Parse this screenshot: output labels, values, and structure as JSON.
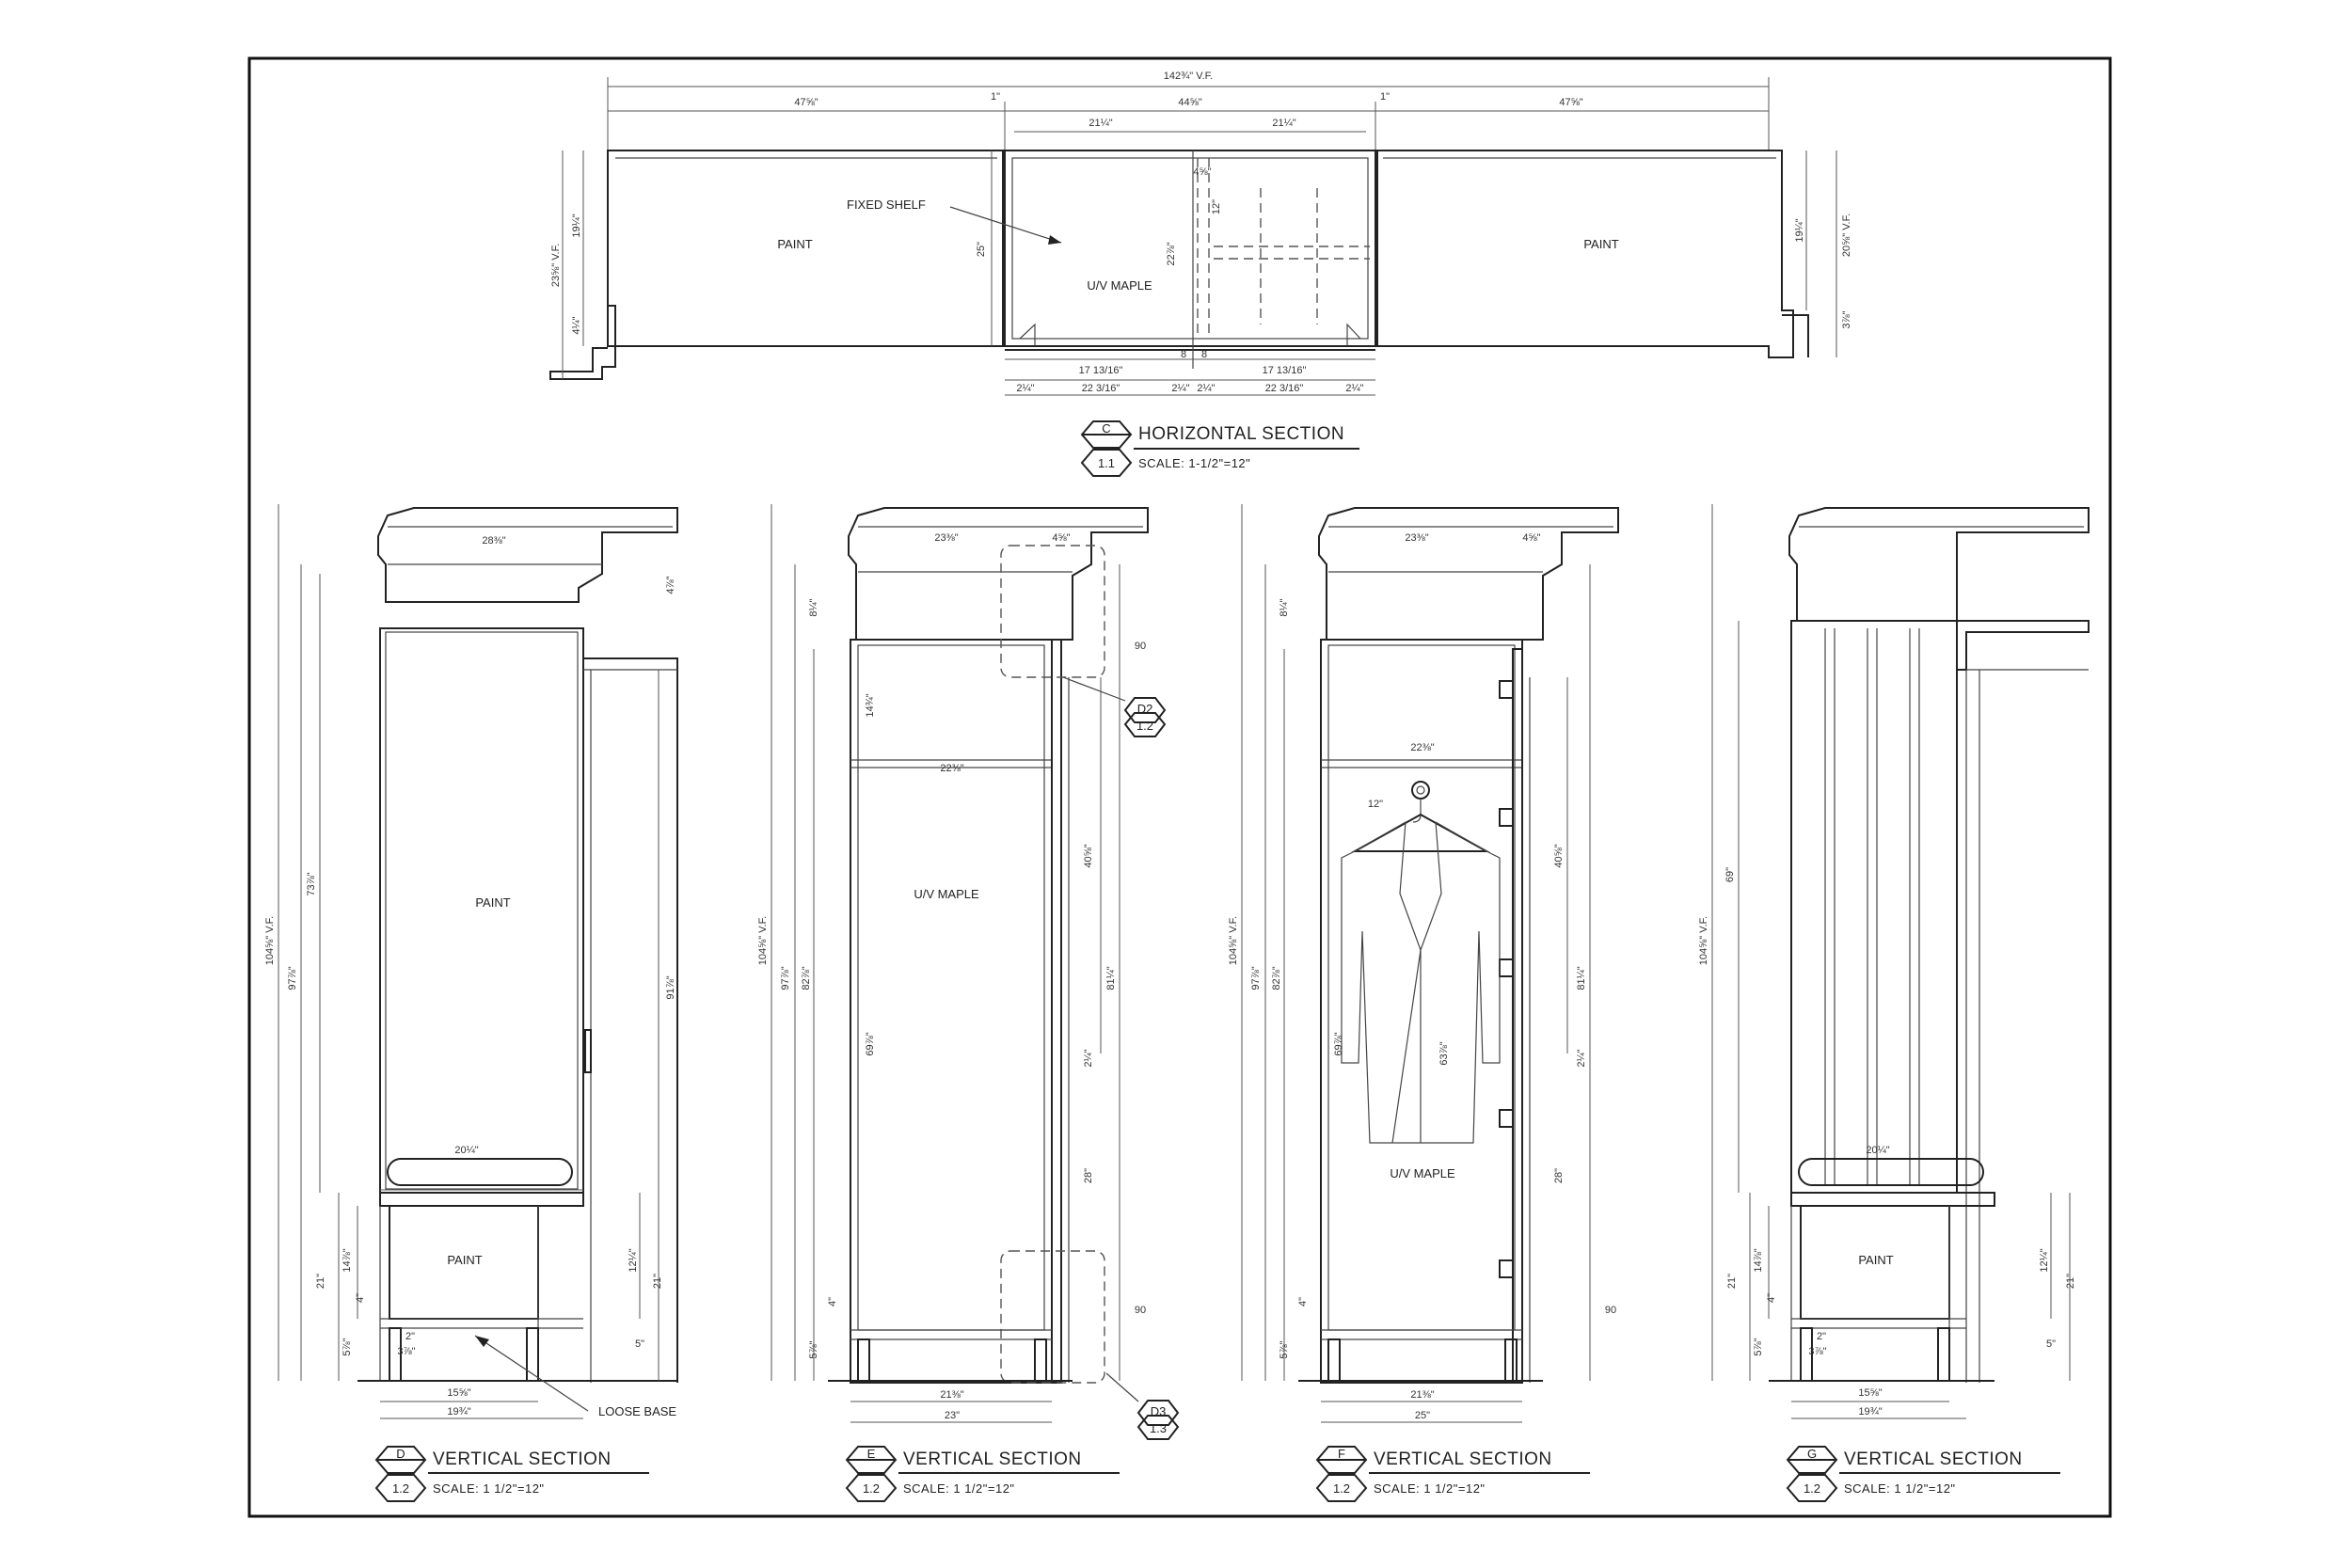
{
  "horizontal_section": {
    "tag_letter": "C",
    "tag_sheet": "1.1",
    "title": "HORIZONTAL SECTION",
    "scale": "SCALE: 1-1/2\"=12\"",
    "labels": {
      "fixed_shelf": "FIXED SHELF",
      "paint_left": "PAINT",
      "paint_right": "PAINT",
      "maple": "U/V MAPLE"
    },
    "dims": {
      "overall": "142¾\" V.F.",
      "left": "47⅝\"",
      "center": "44⅝\"",
      "right": "47⅝\"",
      "one_left": "1\"",
      "one_right": "1\"",
      "inner_left": "21¼\"",
      "inner_right": "21¼\"",
      "depth_left": "23⅝\" V.F.",
      "depth_right": "20⅝\" V.F.",
      "h_left": "19¼\"",
      "h_right": "19¼\"",
      "small_left": "4¼\"",
      "small_right": "3⅞\"",
      "shelf_depth": "22⅞\"",
      "twelve": "12\"",
      "twentyfive": "25\"",
      "inner_center": "4⅝\"",
      "bottom_a": "17 13/16\"",
      "bottom_b": "17 13/16\"",
      "bottom_c": "22 3/16\"",
      "bottom_d": "22 3/16\"",
      "gap_left": "2¼\"",
      "gap_right": "2¼\"",
      "mid_a": "2¼\"",
      "mid_b": "2¼\"",
      "eight_a": "8",
      "eight_b": "8"
    }
  },
  "sections": [
    {
      "tag_letter": "D",
      "tag_sheet": "1.2",
      "title": "VERTICAL SECTION",
      "scale": "SCALE: 1 1/2\"=12\"",
      "labels": {
        "upper": "PAINT",
        "lower": "PAINT",
        "loose_base": "LOOSE BASE"
      },
      "dims": {
        "overall": "104⅝\" V.F.",
        "top_width": "28⅜\"",
        "cornice": "4⅞\"",
        "h1": "97⅞\"",
        "h2": "73⅞\"",
        "h3": "91⅞\"",
        "bench_w": "20¼\"",
        "base_h": "21\"",
        "base_h_r": "21\"",
        "drawer": "14⅞\"",
        "drawer_r": "12¼\"",
        "four": "4\"",
        "toe": "5⅞\"",
        "foot": "15⅝\"",
        "foot_w": "19¾\"",
        "small_a": "3⅞\"",
        "small_b": "2\"",
        "small_c": "5\""
      }
    },
    {
      "tag_letter": "E",
      "tag_sheet": "1.2",
      "title": "VERTICAL SECTION",
      "scale": "SCALE: 1 1/2\"=12\"",
      "labels": {
        "maple": "U/V MAPLE"
      },
      "callouts": [
        {
          "letter": "D2",
          "sheet": "1.2"
        },
        {
          "letter": "D3",
          "sheet": "1.3"
        }
      ],
      "dims": {
        "overall": "104⅝\" V.F.",
        "top_width": "23⅜\"",
        "top_right": "4⅝\"",
        "h1": "97⅞\"",
        "h2": "82⅞\"",
        "h3": "69⅞\"",
        "upper": "14¾\"",
        "r1": "40⅝\"",
        "r2": "81¼\"",
        "r3": "28\"",
        "r4": "2¼\"",
        "rod": "22⅜\"",
        "bottom": "23\"",
        "foot": "21⅜\"",
        "cornice": "8¼\"",
        "toe": "5⅞\"",
        "four": "4\"",
        "ninety_a": "90",
        "ninety_b": "90"
      }
    },
    {
      "tag_letter": "F",
      "tag_sheet": "1.2",
      "title": "VERTICAL SECTION",
      "scale": "SCALE: 1 1/2\"=12\"",
      "labels": {
        "maple": "U/V MAPLE"
      },
      "dims": {
        "overall": "104⅝\" V.F.",
        "top_width": "23⅜\"",
        "top_right": "4⅝\"",
        "h1": "97⅞\"",
        "h2": "82⅞\"",
        "h3": "69⅞\"",
        "rod": "22⅜\"",
        "twelve": "12\"",
        "r1": "40⅝\"",
        "r2": "81¼\"",
        "r3": "28\"",
        "r4": "2¼\"",
        "bottom": "25\"",
        "foot": "21⅜\"",
        "mid": "63⅞\"",
        "cornice": "8¼\"",
        "toe": "5⅞\"",
        "four": "4\"",
        "ninety": "90"
      }
    },
    {
      "tag_letter": "G",
      "tag_sheet": "1.2",
      "title": "VERTICAL SECTION",
      "scale": "SCALE: 1 1/2\"=12\"",
      "labels": {
        "lower": "PAINT"
      },
      "dims": {
        "overall": "104⅝\" V.F.",
        "h1": "69\"",
        "bench_w": "20¼\"",
        "base_h": "21\"",
        "base_h_r": "21\"",
        "drawer": "14⅞\"",
        "drawer_r": "12¼\"",
        "four": "4\"",
        "toe": "5⅞\"",
        "foot": "15⅝\"",
        "foot_w": "19¾\"",
        "small_a": "3⅞\"",
        "small_b": "2\"",
        "small_c": "5\""
      }
    }
  ]
}
